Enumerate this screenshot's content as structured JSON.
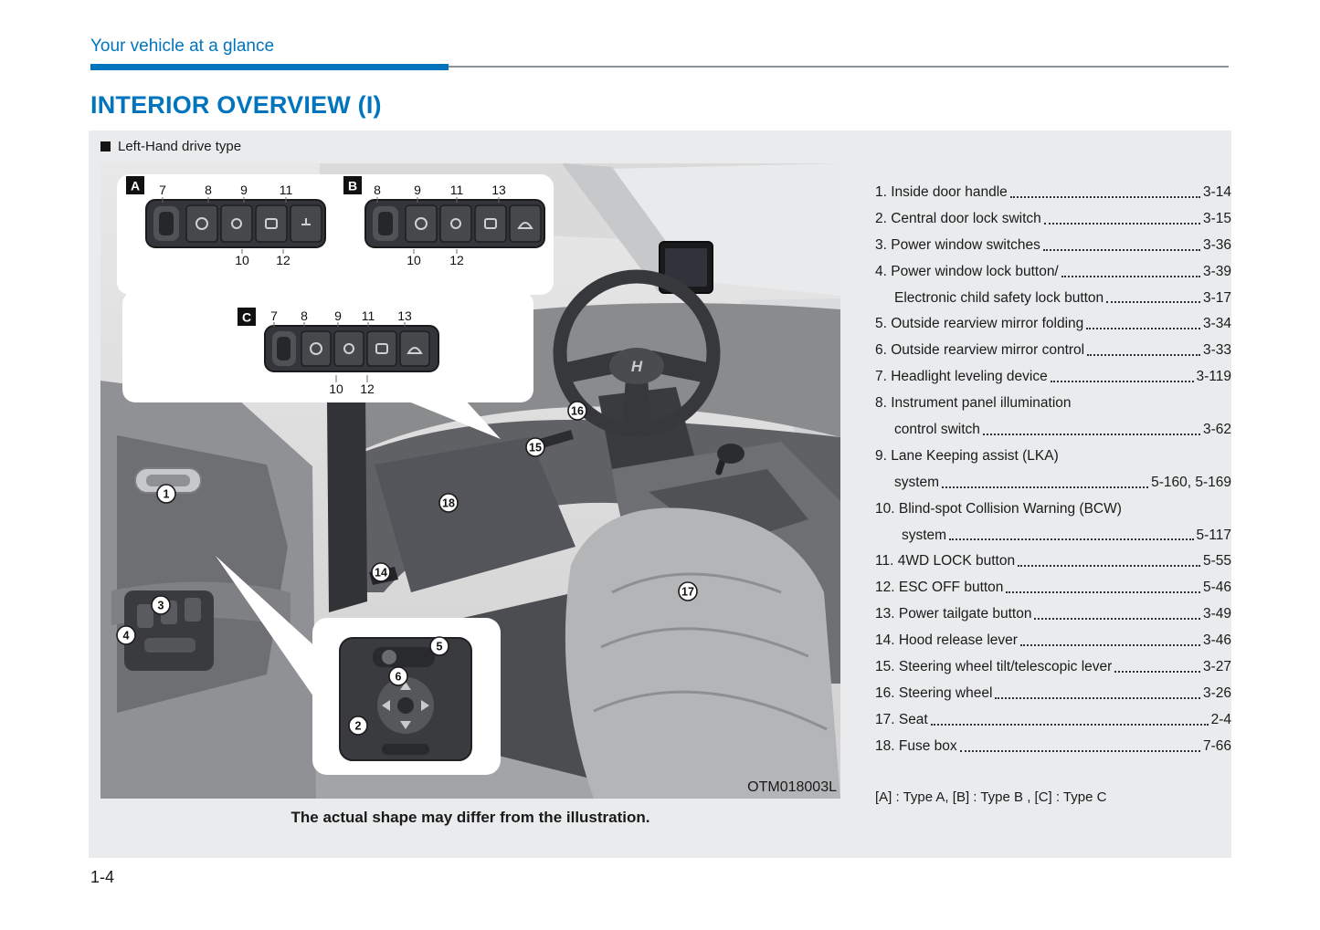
{
  "header": {
    "breadcrumb": "Your vehicle at a glance",
    "title": "INTERIOR OVERVIEW (I)"
  },
  "panel": {
    "drive_type_label": "Left-Hand drive type",
    "caption": "The actual shape may differ from the illustration.",
    "type_note": "[A] : Type A, [B] : Type B , [C] : Type C"
  },
  "illustration": {
    "code": "OTM018003L",
    "brand_logo": "H",
    "callouts": [
      {
        "label": "A",
        "top_numbers": [
          "7",
          "8",
          "9",
          "11"
        ],
        "bottom_numbers": [
          "10",
          "12"
        ]
      },
      {
        "label": "B",
        "top_numbers": [
          "8",
          "9",
          "11",
          "13"
        ],
        "bottom_numbers": [
          "10",
          "12"
        ]
      },
      {
        "label": "C",
        "top_numbers": [
          "7",
          "8",
          "9",
          "11",
          "13"
        ],
        "bottom_numbers": [
          "10",
          "12"
        ]
      }
    ],
    "markers": [
      "1",
      "2",
      "3",
      "4",
      "5",
      "6",
      "14",
      "15",
      "16",
      "17",
      "18"
    ]
  },
  "toc": {
    "lines": [
      {
        "text": "1. Inside door handle",
        "page": "3-14",
        "indent": 0
      },
      {
        "text": "2. Central door lock switch",
        "page": "3-15",
        "indent": 0
      },
      {
        "text": "3. Power window switches",
        "page": "3-36",
        "indent": 0
      },
      {
        "text": "4. Power window lock button/",
        "page": "3-39",
        "indent": 0
      },
      {
        "text": "Electronic child safety lock button",
        "page": "3-17",
        "indent": 1
      },
      {
        "text": "5. Outside rearview mirror folding",
        "page": "3-34",
        "indent": 0
      },
      {
        "text": "6. Outside rearview mirror control",
        "page": "3-33",
        "indent": 0
      },
      {
        "text": "7. Headlight leveling device",
        "page": "3-119",
        "indent": 0
      },
      {
        "text": "8. Instrument panel illumination",
        "page": "",
        "indent": 0
      },
      {
        "text": "control switch",
        "page": "3-62",
        "indent": 1
      },
      {
        "text": "9. Lane Keeping assist (LKA)",
        "page": "",
        "indent": 0
      },
      {
        "text": "system",
        "page": "5-160, 5-169",
        "indent": 1
      },
      {
        "text": "10. Blind-spot Collision Warning (BCW)",
        "page": "",
        "indent": 0
      },
      {
        "text": "system",
        "page": "5-117",
        "indent": 2
      },
      {
        "text": "11. 4WD LOCK button",
        "page": "5-55",
        "indent": 0
      },
      {
        "text": "12. ESC OFF button",
        "page": "5-46",
        "indent": 0
      },
      {
        "text": "13. Power tailgate button",
        "page": "3-49",
        "indent": 0
      },
      {
        "text": "14. Hood release lever",
        "page": "3-46",
        "indent": 0
      },
      {
        "text": "15. Steering wheel tilt/telescopic lever",
        "page": "3-27",
        "indent": 0
      },
      {
        "text": "16. Steering wheel",
        "page": "3-26",
        "indent": 0
      },
      {
        "text": "17. Seat",
        "page": "2-4",
        "indent": 0
      },
      {
        "text": "18. Fuse box",
        "page": "7-66",
        "indent": 0
      }
    ]
  },
  "footer": {
    "page_number": "1-4"
  },
  "colors": {
    "accent_blue": "#0075bd",
    "panel_gray": "#e9ebec"
  }
}
